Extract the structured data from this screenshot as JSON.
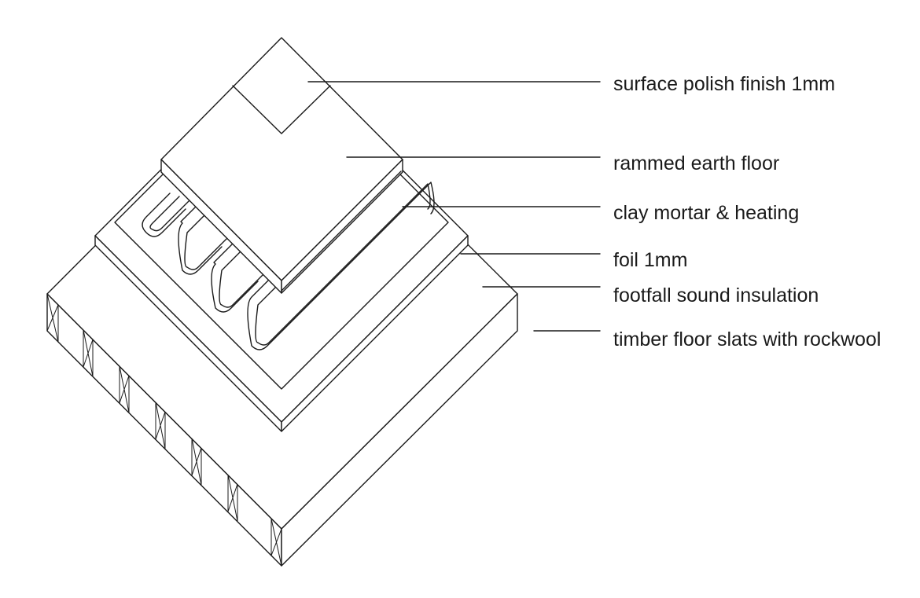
{
  "labels": {
    "surface": "surface polish finish 1mm",
    "rammed_earth": "rammed earth floor",
    "clay_mortar": "clay mortar & heating",
    "foil": "foil 1mm",
    "footfall": "footfall sound insulation",
    "timber": "timber floor slats with rockwool"
  }
}
